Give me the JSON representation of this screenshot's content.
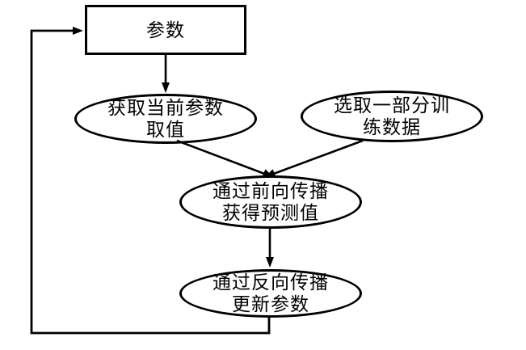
{
  "diagram": {
    "type": "flowchart",
    "description": "Neural network training loop flowchart (Chinese)",
    "colors": {
      "stroke": "#000000",
      "background": "#ffffff",
      "text": "#000000"
    },
    "nodes": {
      "param_box": {
        "shape": "rectangle",
        "label": "参数"
      },
      "get_params": {
        "shape": "ellipse",
        "line1": "获取当前参数",
        "line2": "取值"
      },
      "select_data": {
        "shape": "ellipse",
        "line1": "选取一部分训",
        "line2": "练数据"
      },
      "forward_prop": {
        "shape": "ellipse",
        "line1": "通过前向传播",
        "line2": "获得预测值"
      },
      "back_prop": {
        "shape": "ellipse",
        "line1": "通过反向传播",
        "line2": "更新参数"
      }
    },
    "edges": [
      {
        "from": "param_box",
        "to": "get_params"
      },
      {
        "from": "get_params",
        "to": "forward_prop"
      },
      {
        "from": "select_data",
        "to": "forward_prop"
      },
      {
        "from": "forward_prop",
        "to": "back_prop"
      },
      {
        "from": "back_prop",
        "to": "param_box",
        "note": "feedback loop"
      }
    ]
  }
}
